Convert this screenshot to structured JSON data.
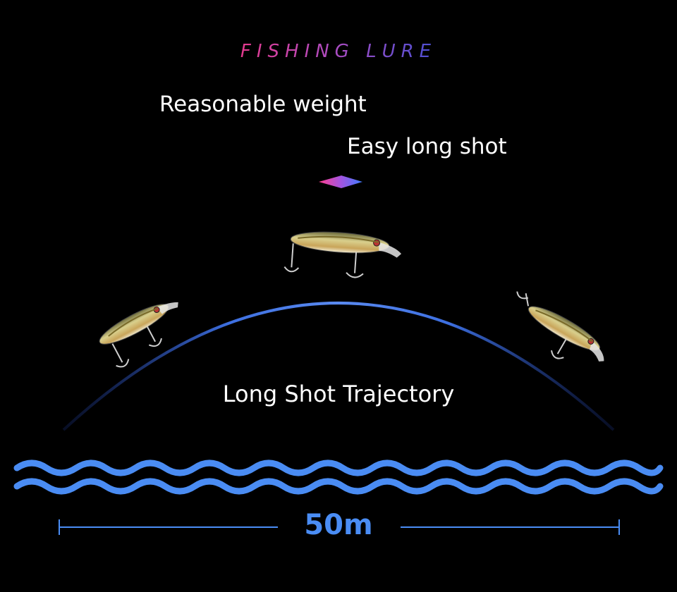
{
  "header": {
    "title": "FISHING LURE",
    "feature_1": "Reasonable weight",
    "feature_2": "Easy long shot"
  },
  "diagram": {
    "trajectory_label": "Long Shot Trajectory",
    "distance_label": "50m"
  },
  "colors": {
    "background": "#000000",
    "trajectory": "#3d6fe0",
    "waves": "#4a8cf3",
    "distance": "#4a8df5",
    "title_gradient_start": "#e43a8e",
    "title_gradient_end": "#4a4fd4"
  },
  "icons": {
    "divider": "diamond-gradient-icon",
    "lure": "minnow-lure-icon"
  }
}
